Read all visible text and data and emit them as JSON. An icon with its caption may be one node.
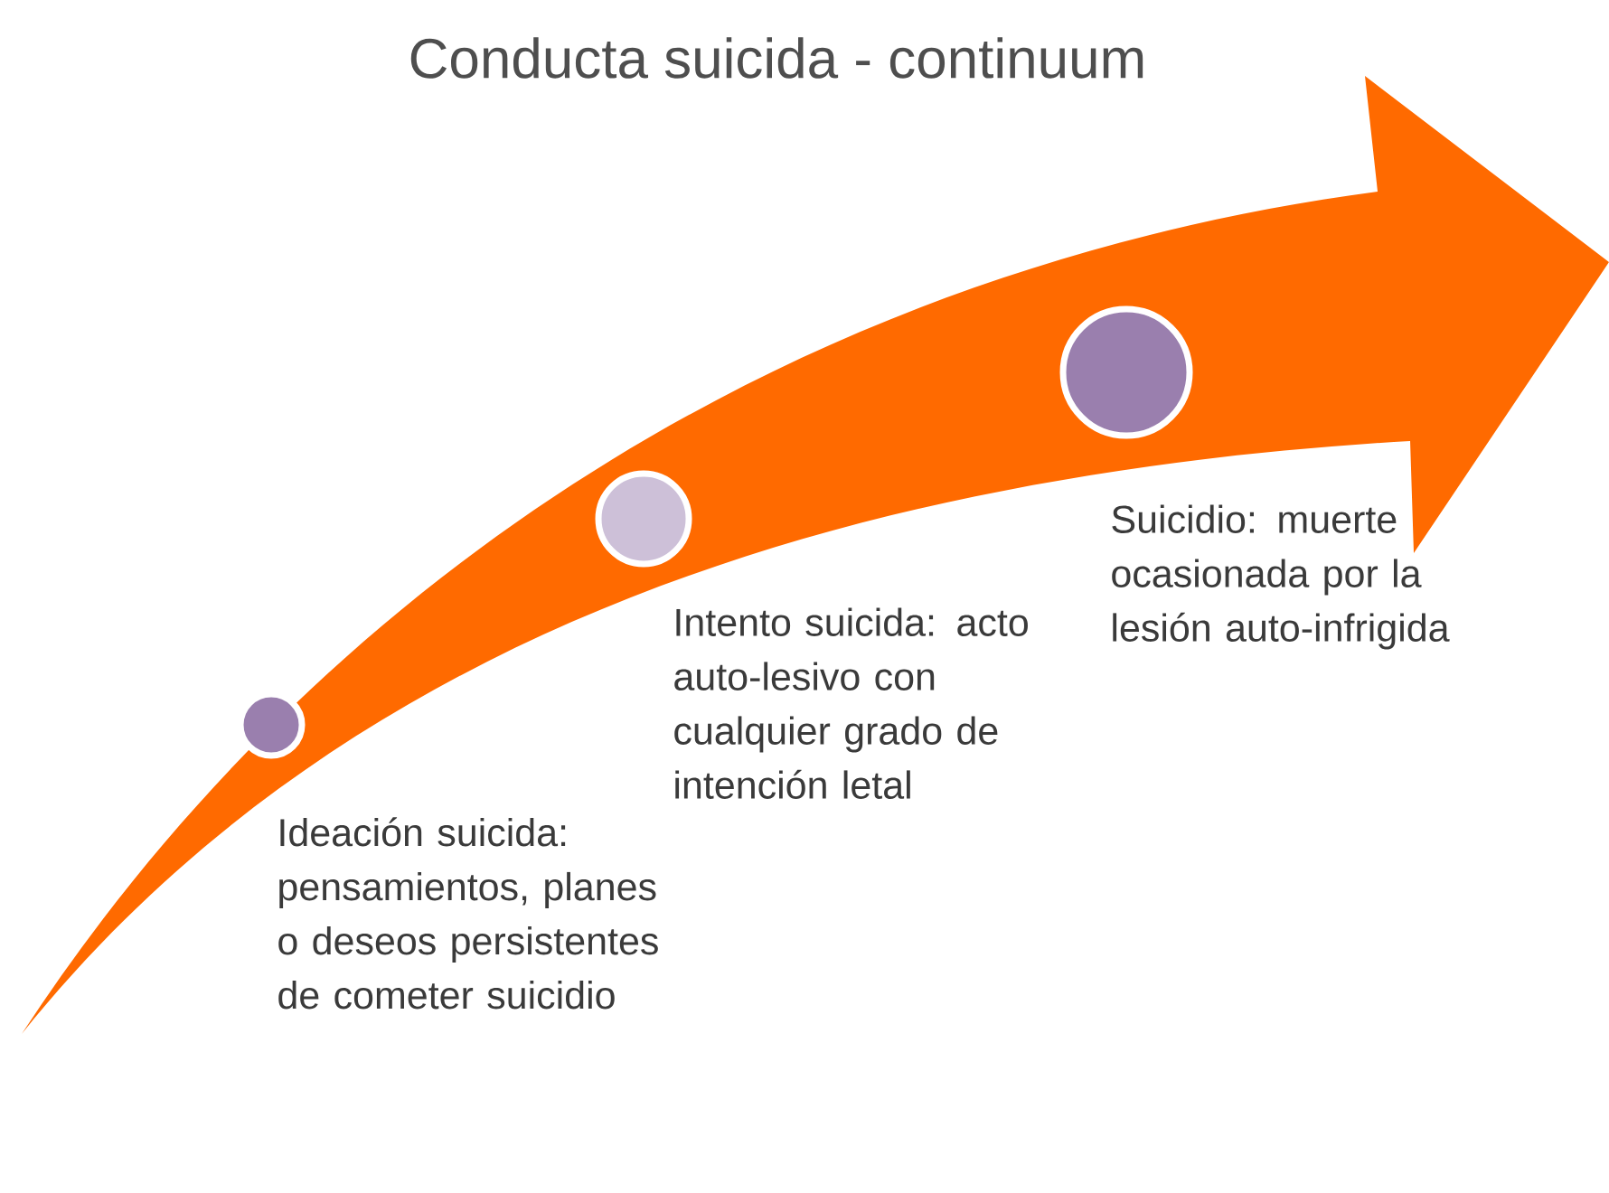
{
  "diagram": {
    "title": "Conducta suicida - continuum",
    "nodes": [
      {
        "text": [],
        "shape": "circle",
        "beside": [
          "Ideación suicida: pensamientos, planes o deseos persistentes de cometer suicidio"
        ]
      },
      {
        "text": [],
        "shape": "circle",
        "beside": [
          "Intento suicida: acto auto-lesivo con cualquier grado de intención letal"
        ]
      },
      {
        "text": [],
        "shape": "circle",
        "beside": [
          "Suicidio: muerte ocasionada por la lesión auto-infrigida"
        ]
      }
    ],
    "edges": []
  }
}
